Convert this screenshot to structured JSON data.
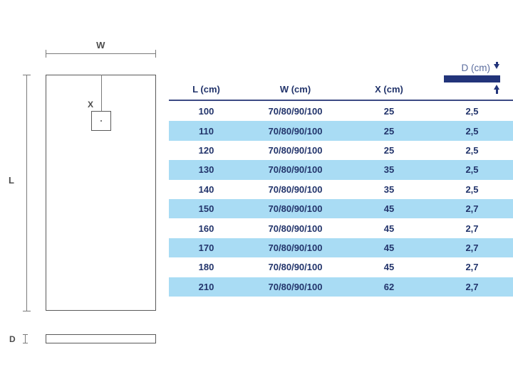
{
  "diagram": {
    "width_label": "W",
    "length_label": "L",
    "drain_offset_label": "X",
    "depth_label": "D",
    "outline_color": "#595959",
    "dimension_color": "#7a7a7a"
  },
  "table": {
    "headers": {
      "l": "L (cm)",
      "w": "W (cm)",
      "x": "X (cm)",
      "d": "D (cm)"
    },
    "accent_color": "#22347a",
    "header_text_color": "#5b6d9e",
    "row_highlight_color": "#a9dcf4",
    "value_text_color": "#22346b",
    "rows": [
      {
        "l": "100",
        "w": "70/80/90/100",
        "x": "25",
        "d": "2,5"
      },
      {
        "l": "110",
        "w": "70/80/90/100",
        "x": "25",
        "d": "2,5"
      },
      {
        "l": "120",
        "w": "70/80/90/100",
        "x": "25",
        "d": "2,5"
      },
      {
        "l": "130",
        "w": "70/80/90/100",
        "x": "35",
        "d": "2,5"
      },
      {
        "l": "140",
        "w": "70/80/90/100",
        "x": "35",
        "d": "2,5"
      },
      {
        "l": "150",
        "w": "70/80/90/100",
        "x": "45",
        "d": "2,7"
      },
      {
        "l": "160",
        "w": "70/80/90/100",
        "x": "45",
        "d": "2,7"
      },
      {
        "l": "170",
        "w": "70/80/90/100",
        "x": "45",
        "d": "2,7"
      },
      {
        "l": "180",
        "w": "70/80/90/100",
        "x": "45",
        "d": "2,7"
      },
      {
        "l": "210",
        "w": "70/80/90/100",
        "x": "62",
        "d": "2,7"
      }
    ]
  }
}
